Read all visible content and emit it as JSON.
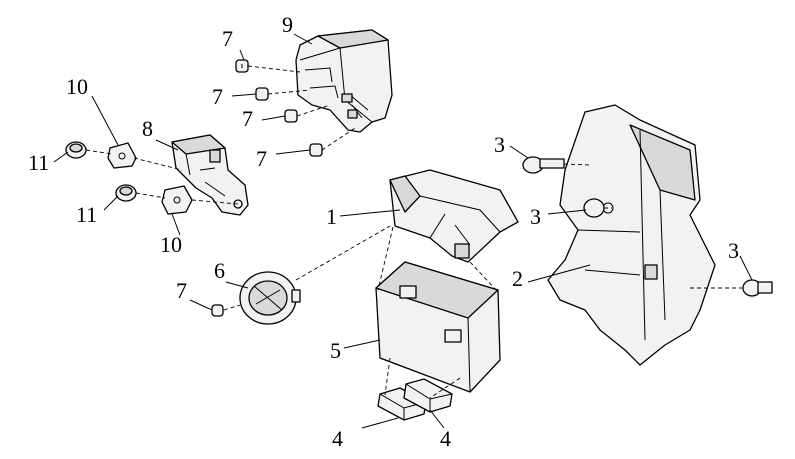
{
  "callouts": {
    "c1": "1",
    "c2": "2",
    "c3a": "3",
    "c3b": "3",
    "c3c": "3",
    "c4a": "4",
    "c4b": "4",
    "c5": "5",
    "c6": "6",
    "c7a": "7",
    "c7b": "7",
    "c7c": "7",
    "c7d": "7",
    "c7e": "7",
    "c8": "8",
    "c9": "9",
    "c10a": "10",
    "c10b": "10",
    "c11a": "11",
    "c11b": "11"
  },
  "colors": {
    "line": "#000000",
    "fill": "#f2f2f2",
    "shade": "#d9d9d9",
    "background": "#ffffff"
  }
}
